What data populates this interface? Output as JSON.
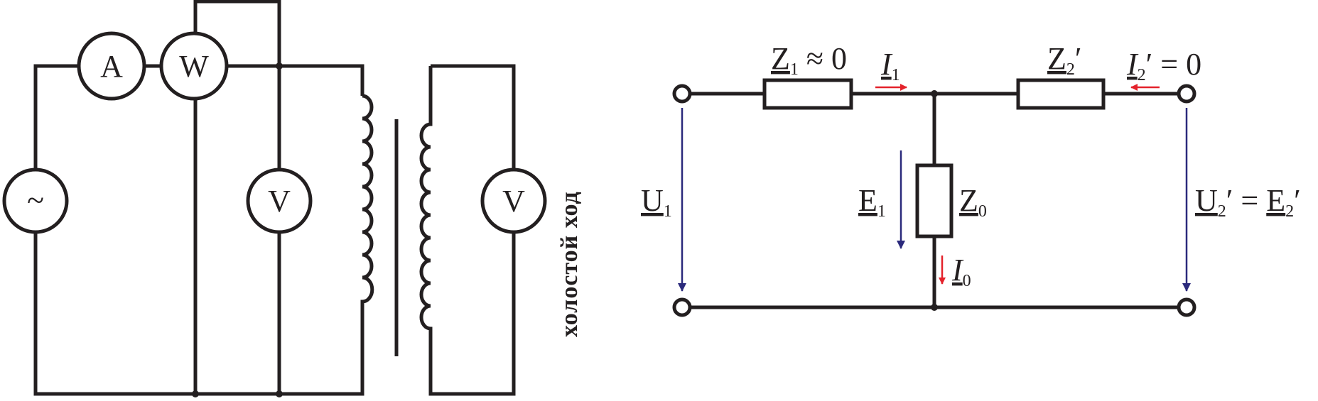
{
  "colors": {
    "wire": "#231f20",
    "current_arrow": "#e4222b",
    "voltage_arrow": "#2b2a7c"
  },
  "left_circuit": {
    "source_symbol": "~",
    "ammeter_label": "A",
    "wattmeter_label": "W",
    "primary_voltmeter_label": "V",
    "secondary_voltmeter_label": "V",
    "caption": "холостой ход"
  },
  "right_circuit": {
    "z1": {
      "main": "Z",
      "sub": "1",
      "suffix": " ≈ 0"
    },
    "i1": {
      "main": "I",
      "sub": "1"
    },
    "z2": {
      "main": "Z",
      "sub": "2",
      "suffix": "′"
    },
    "i2": {
      "main": "I",
      "sub": "2",
      "suffix": "′ = 0"
    },
    "u1": {
      "main": "U",
      "sub": "1"
    },
    "e1": {
      "main": "E",
      "sub": "1"
    },
    "z0": {
      "main": "Z",
      "sub": "0"
    },
    "i0": {
      "main": "I",
      "sub": "0"
    },
    "u2": {
      "main": "U",
      "sub": "2",
      "suffix": "′ = "
    },
    "e2": {
      "main": "E",
      "sub": "2",
      "suffix": "′"
    }
  }
}
